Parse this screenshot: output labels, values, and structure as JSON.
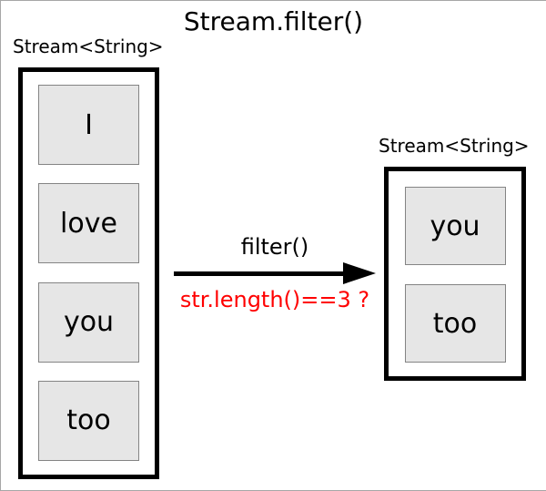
{
  "title": "Stream.filter()",
  "source_stream": {
    "label": "Stream<String>",
    "items": [
      "I",
      "love",
      "you",
      "too"
    ]
  },
  "result_stream": {
    "label": "Stream<String>",
    "items": [
      "you",
      "too"
    ]
  },
  "arrow": {
    "operation_label": "filter()",
    "predicate_label": "str.length()==3 ?"
  },
  "colors": {
    "background": "#ffffff",
    "container_border": "#000000",
    "item_fill": "#e6e6e6",
    "item_border": "#848484",
    "predicate_text": "#ff0000",
    "text": "#000000",
    "frame_border": "#a6a6a6"
  }
}
